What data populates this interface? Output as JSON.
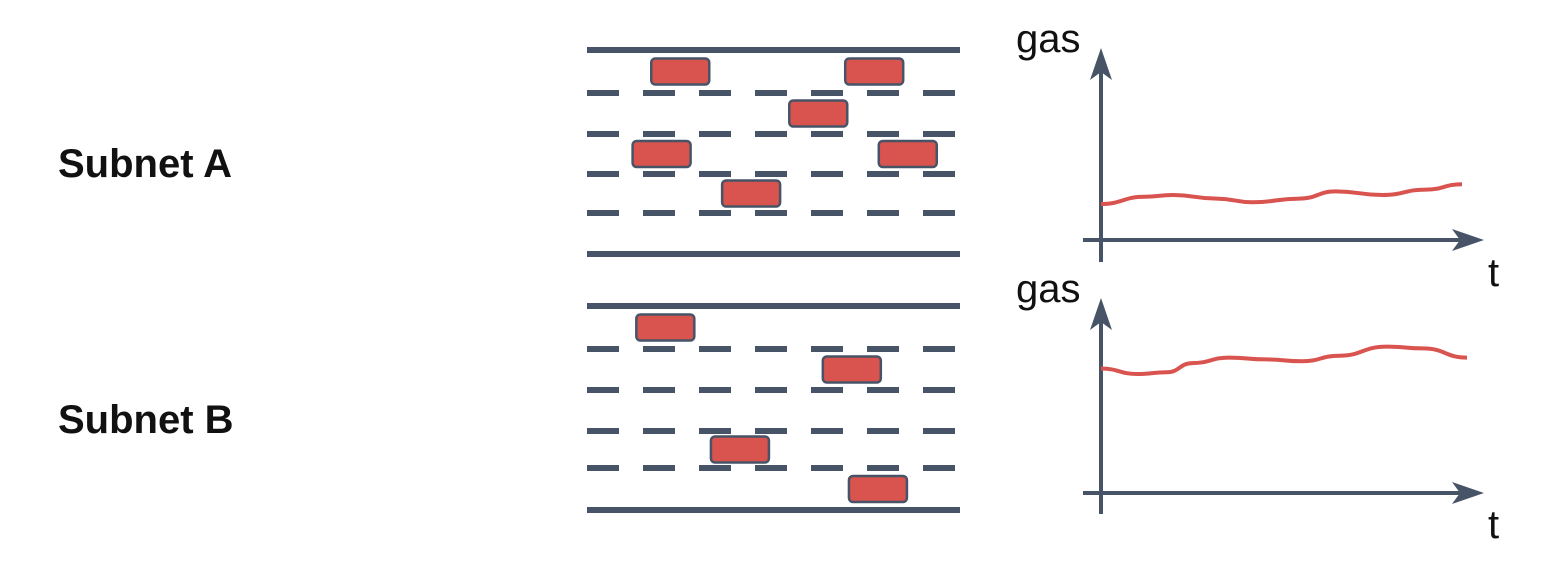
{
  "subnets": [
    {
      "label": "Subnet A",
      "lane_count": 4,
      "blocks": [
        {
          "lane": 0,
          "pos": 0.25
        },
        {
          "lane": 0,
          "pos": 0.77
        },
        {
          "lane": 1,
          "pos": 0.62
        },
        {
          "lane": 2,
          "pos": 0.2
        },
        {
          "lane": 2,
          "pos": 0.86
        },
        {
          "lane": 3,
          "pos": 0.44
        }
      ],
      "gas_curve": [
        [
          0,
          0.2
        ],
        [
          0.12,
          0.24
        ],
        [
          0.2,
          0.25
        ],
        [
          0.32,
          0.23
        ],
        [
          0.42,
          0.21
        ],
        [
          0.55,
          0.23
        ],
        [
          0.65,
          0.27
        ],
        [
          0.78,
          0.25
        ],
        [
          0.9,
          0.28
        ],
        [
          1.0,
          0.31
        ]
      ]
    },
    {
      "label": "Subnet B",
      "lane_count": 4,
      "blocks": [
        {
          "lane": 0,
          "pos": 0.21
        },
        {
          "lane": 1,
          "pos": 0.71
        },
        {
          "lane": 3,
          "pos": 0.41
        },
        {
          "lane": 4,
          "pos": 0.78
        }
      ],
      "gas_curve": [
        [
          0,
          0.68
        ],
        [
          0.1,
          0.65
        ],
        [
          0.18,
          0.66
        ],
        [
          0.25,
          0.71
        ],
        [
          0.35,
          0.74
        ],
        [
          0.45,
          0.73
        ],
        [
          0.55,
          0.72
        ],
        [
          0.65,
          0.75
        ],
        [
          0.78,
          0.8
        ],
        [
          0.88,
          0.79
        ],
        [
          1.0,
          0.74
        ]
      ]
    }
  ],
  "axis": {
    "y_label": "gas",
    "x_label": "t"
  },
  "colors": {
    "line": "#475467",
    "block_fill": "#d9534f",
    "block_stroke": "#475467",
    "curve": "#d9534f",
    "text": "#111111"
  }
}
